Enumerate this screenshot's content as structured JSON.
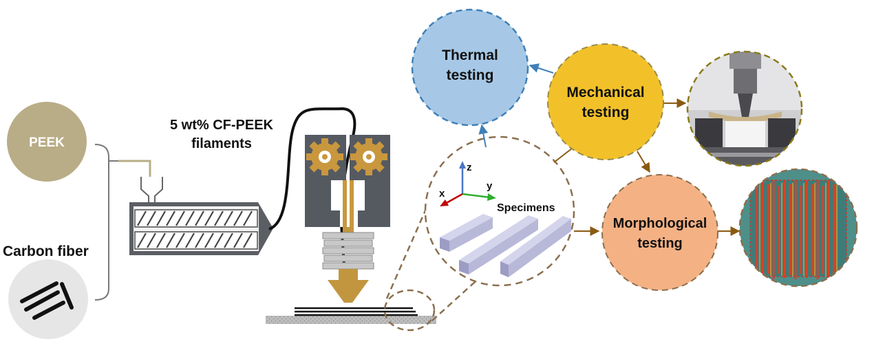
{
  "labels": {
    "peek": "PEEK",
    "carbon_fiber": "Carbon fiber",
    "filament_line1": "5 wt% CF-PEEK",
    "filament_line2": "filaments",
    "axis_x": "x",
    "axis_y": "y",
    "axis_z": "z",
    "specimens": "Specimens"
  },
  "testing": {
    "thermal": {
      "line1": "Thermal",
      "line2": "testing"
    },
    "mechanical": {
      "line1": "Mechanical",
      "line2": "testing"
    },
    "morphological": {
      "line1": "Morphological",
      "line2": "testing"
    }
  },
  "colors": {
    "peek_fill": "#b9ad87",
    "carbon_fill": "#e6e6e6",
    "thermal_fill": "#a6c8e6",
    "thermal_border": "#3f7fb8",
    "mechanical_fill": "#f2c12a",
    "morphological_fill": "#f4b184",
    "dashed_border": "#7a6648",
    "gear": "#c9973e",
    "nozzle_brass": "#c2963f",
    "frame_gray": "#555a61",
    "axis_x": "#c00000",
    "axis_y": "#2fae2f",
    "axis_z": "#4a74c6",
    "specimen_fill": "#b8b8d8"
  },
  "icons": [
    "gear-icon",
    "extruder-screw-icon",
    "print-nozzle-icon",
    "axis-triad-icon",
    "fiber-strands-icon"
  ]
}
